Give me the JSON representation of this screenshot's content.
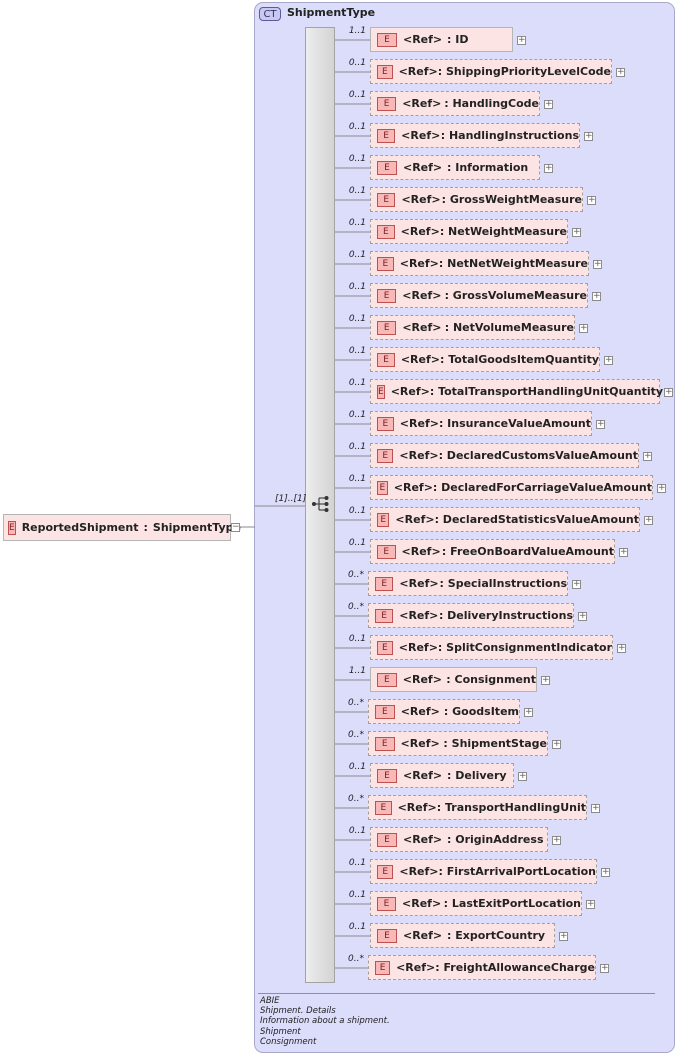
{
  "root": {
    "badge": "E",
    "name": "ReportedShipment",
    "sep": ":",
    "type": "ShipmentType",
    "cardinality": "[1]..[1]"
  },
  "complex_type": {
    "badge": "CT",
    "name": "ShipmentType"
  },
  "elements": [
    {
      "card": "1..1",
      "badge": "E",
      "ref": "<Ref>",
      "name": ": ID",
      "optional": false
    },
    {
      "card": "0..1",
      "badge": "E",
      "ref": "<Ref>",
      "name": ": ShippingPriorityLevelCode",
      "optional": true
    },
    {
      "card": "0..1",
      "badge": "E",
      "ref": "<Ref>",
      "name": ": HandlingCode",
      "optional": true
    },
    {
      "card": "0..1",
      "badge": "E",
      "ref": "<Ref>",
      "name": ": HandlingInstructions",
      "optional": true
    },
    {
      "card": "0..1",
      "badge": "E",
      "ref": "<Ref>",
      "name": ": Information",
      "optional": true
    },
    {
      "card": "0..1",
      "badge": "E",
      "ref": "<Ref>",
      "name": ": GrossWeightMeasure",
      "optional": true
    },
    {
      "card": "0..1",
      "badge": "E",
      "ref": "<Ref>",
      "name": ": NetWeightMeasure",
      "optional": true
    },
    {
      "card": "0..1",
      "badge": "E",
      "ref": "<Ref>",
      "name": ": NetNetWeightMeasure",
      "optional": true
    },
    {
      "card": "0..1",
      "badge": "E",
      "ref": "<Ref>",
      "name": ": GrossVolumeMeasure",
      "optional": true
    },
    {
      "card": "0..1",
      "badge": "E",
      "ref": "<Ref>",
      "name": ": NetVolumeMeasure",
      "optional": true
    },
    {
      "card": "0..1",
      "badge": "E",
      "ref": "<Ref>",
      "name": ": TotalGoodsItemQuantity",
      "optional": true
    },
    {
      "card": "0..1",
      "badge": "E",
      "ref": "<Ref>",
      "name": ": TotalTransportHandlingUnitQuantity",
      "optional": true
    },
    {
      "card": "0..1",
      "badge": "E",
      "ref": "<Ref>",
      "name": ": InsuranceValueAmount",
      "optional": true
    },
    {
      "card": "0..1",
      "badge": "E",
      "ref": "<Ref>",
      "name": ": DeclaredCustomsValueAmount",
      "optional": true
    },
    {
      "card": "0..1",
      "badge": "E",
      "ref": "<Ref>",
      "name": ": DeclaredForCarriageValueAmount",
      "optional": true
    },
    {
      "card": "0..1",
      "badge": "E",
      "ref": "<Ref>",
      "name": ": DeclaredStatisticsValueAmount",
      "optional": true
    },
    {
      "card": "0..1",
      "badge": "E",
      "ref": "<Ref>",
      "name": ": FreeOnBoardValueAmount",
      "optional": true
    },
    {
      "card": "0..*",
      "badge": "E",
      "ref": "<Ref>",
      "name": ": SpecialInstructions",
      "optional": true
    },
    {
      "card": "0..*",
      "badge": "E",
      "ref": "<Ref>",
      "name": ": DeliveryInstructions",
      "optional": true
    },
    {
      "card": "0..1",
      "badge": "E",
      "ref": "<Ref>",
      "name": ": SplitConsignmentIndicator",
      "optional": true
    },
    {
      "card": "1..1",
      "badge": "E",
      "ref": "<Ref>",
      "name": ": Consignment",
      "optional": false
    },
    {
      "card": "0..*",
      "badge": "E",
      "ref": "<Ref>",
      "name": ": GoodsItem",
      "optional": true
    },
    {
      "card": "0..*",
      "badge": "E",
      "ref": "<Ref>",
      "name": ": ShipmentStage",
      "optional": true
    },
    {
      "card": "0..1",
      "badge": "E",
      "ref": "<Ref>",
      "name": ": Delivery",
      "optional": true
    },
    {
      "card": "0..*",
      "badge": "E",
      "ref": "<Ref>",
      "name": ": TransportHandlingUnit",
      "optional": true
    },
    {
      "card": "0..1",
      "badge": "E",
      "ref": "<Ref>",
      "name": ": OriginAddress",
      "optional": true
    },
    {
      "card": "0..1",
      "badge": "E",
      "ref": "<Ref>",
      "name": ": FirstArrivalPortLocation",
      "optional": true
    },
    {
      "card": "0..1",
      "badge": "E",
      "ref": "<Ref>",
      "name": ": LastExitPortLocation",
      "optional": true
    },
    {
      "card": "0..1",
      "badge": "E",
      "ref": "<Ref>",
      "name": ": ExportCountry",
      "optional": true
    },
    {
      "card": "0..*",
      "badge": "E",
      "ref": "<Ref>",
      "name": ": FreightAllowanceCharge",
      "optional": true
    }
  ],
  "annotation": [
    "ABIE",
    "Shipment. Details",
    "Information about a shipment.",
    "Shipment",
    "Consignment"
  ],
  "colors": {
    "panel": "#dcdcfb",
    "element_fill": "#fde4e4",
    "badge_fill": "#f7b8b8",
    "badge_border": "#c05050"
  },
  "icons": {
    "expander": "plus-box-icon",
    "sequence": "sequence-compositor-icon"
  }
}
